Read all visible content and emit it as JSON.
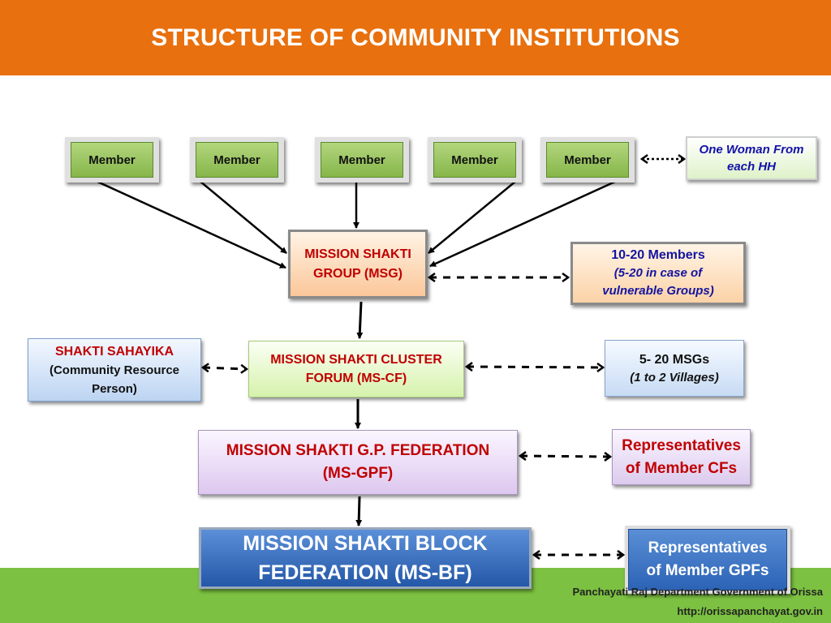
{
  "title": "STRUCTURE OF COMMUNITY INSTITUTIONS",
  "members": [
    "Member",
    "Member",
    "Member",
    "Member",
    "Member"
  ],
  "one_woman": [
    "One Woman From",
    "each HH"
  ],
  "msg": [
    "MISSION SHAKTI",
    "GROUP (MSG)"
  ],
  "members_1020": {
    "line1": "10-20 Members",
    "line2": "(5-20  in case of",
    "line3": "vulnerable Groups)"
  },
  "sahayika": {
    "line1": "SHAKTI SAHAYIKA",
    "line2": "(Community Resource",
    "line3": "Person)"
  },
  "mscf": [
    "MISSION SHAKTI CLUSTER",
    "FORUM (MS-CF)"
  ],
  "msgs_520": {
    "line1": "5- 20 MSGs",
    "line2": "(1 to 2 Villages)"
  },
  "gpf": [
    "MISSION SHAKTI G.P. FEDERATION",
    "(MS-GPF)"
  ],
  "rep_cf": [
    "Representatives",
    "of Member CFs"
  ],
  "msbf": [
    "MISSION SHAKTI BLOCK",
    "FEDERATION (MS-BF)"
  ],
  "rep_gpf": [
    "Representatives",
    "of Member GPFs"
  ],
  "footer": {
    "dept": "Panchayati Raj Department  Government of Orissa",
    "url": "http://orissapanchayat.gov.in"
  },
  "colors": {
    "title_bar": "#e8700e",
    "bottom_band": "#7cc141",
    "accent_red": "#c00000",
    "accent_blue": "#1414a0"
  }
}
